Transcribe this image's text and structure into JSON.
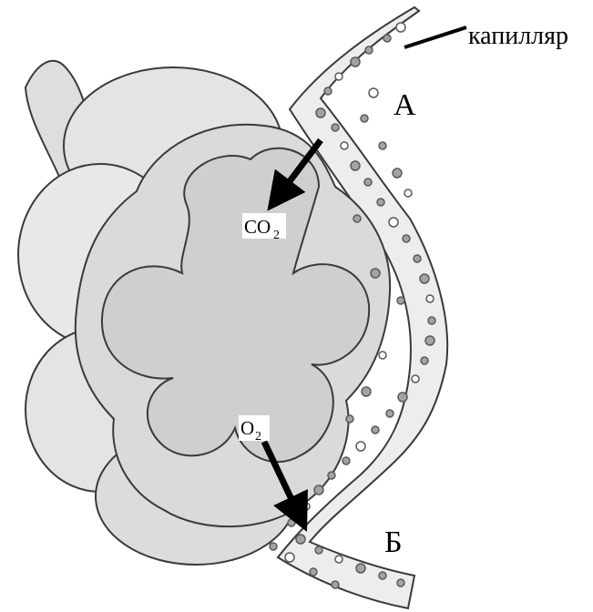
{
  "labels": {
    "capillary": "капилляр",
    "point_a": "А",
    "point_b": "Б",
    "co2_main": "CO",
    "co2_sub": "2",
    "o2_main": "O",
    "o2_sub": "2"
  },
  "colors": {
    "outline": "#3a3a3a",
    "lobe_fill": "#e4e4e4",
    "lobe_shade": "#d6d6d6",
    "cavity_fill": "#cfcfcf",
    "capillary_fill": "#ededed",
    "cell_fill": "#a3a3a3",
    "arrow": "#000000"
  }
}
